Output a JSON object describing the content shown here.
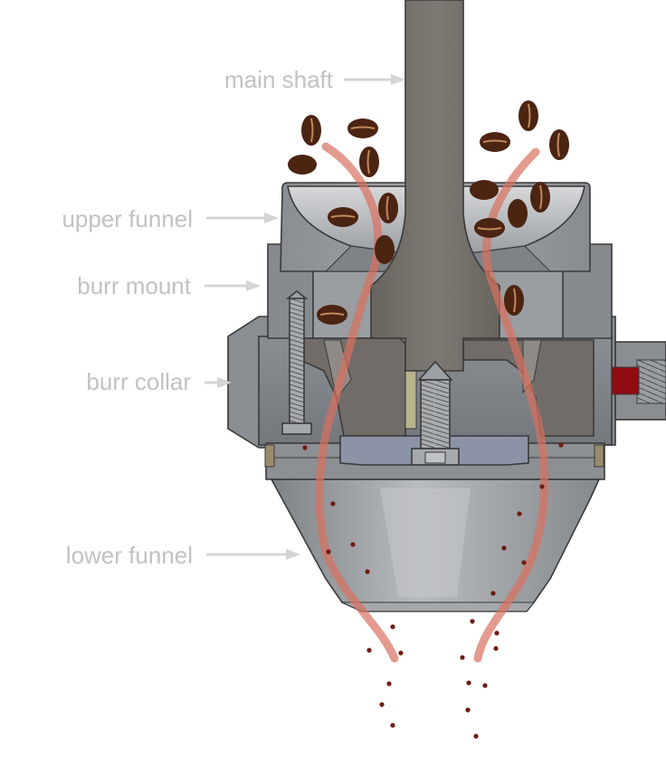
{
  "labels": {
    "main_shaft": "main shaft",
    "upper_funnel": "upper funnel",
    "burr_mount": "burr mount",
    "burr_collar": "burr collar",
    "lower_funnel": "lower funnel"
  },
  "colors": {
    "housing": "#8d9094",
    "housing_dark": "#6f7276",
    "shaft": "#747069",
    "burr": "#706b68",
    "coffee_bean": "#4b2412",
    "flow_path": "#d9705f",
    "grounds": "#6e1b12",
    "red_insert": "#8f0b12",
    "label": "#c2c2c2"
  }
}
